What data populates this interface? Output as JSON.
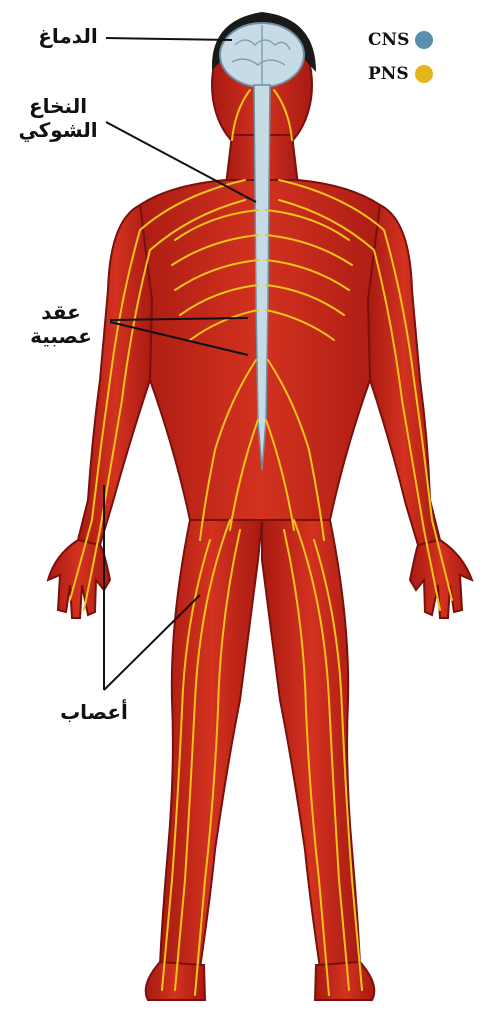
{
  "legend": [
    {
      "label": "CNS",
      "color": "#5b8fb0"
    },
    {
      "label": "PNS",
      "color": "#e3b61c"
    }
  ],
  "labels": {
    "brain": "الدماغ",
    "spinal_cord_line1": "النخاع",
    "spinal_cord_line2": "الشوكي",
    "ganglia_line1": "عقد",
    "ganglia_line2": "عصبية",
    "nerves": "أعصاب"
  },
  "colors": {
    "body": "#c8261c",
    "body_dark": "#8e1410",
    "nerve": "#f0c419",
    "cns": "#c7dbe6",
    "hair": "#1a1a1a"
  }
}
